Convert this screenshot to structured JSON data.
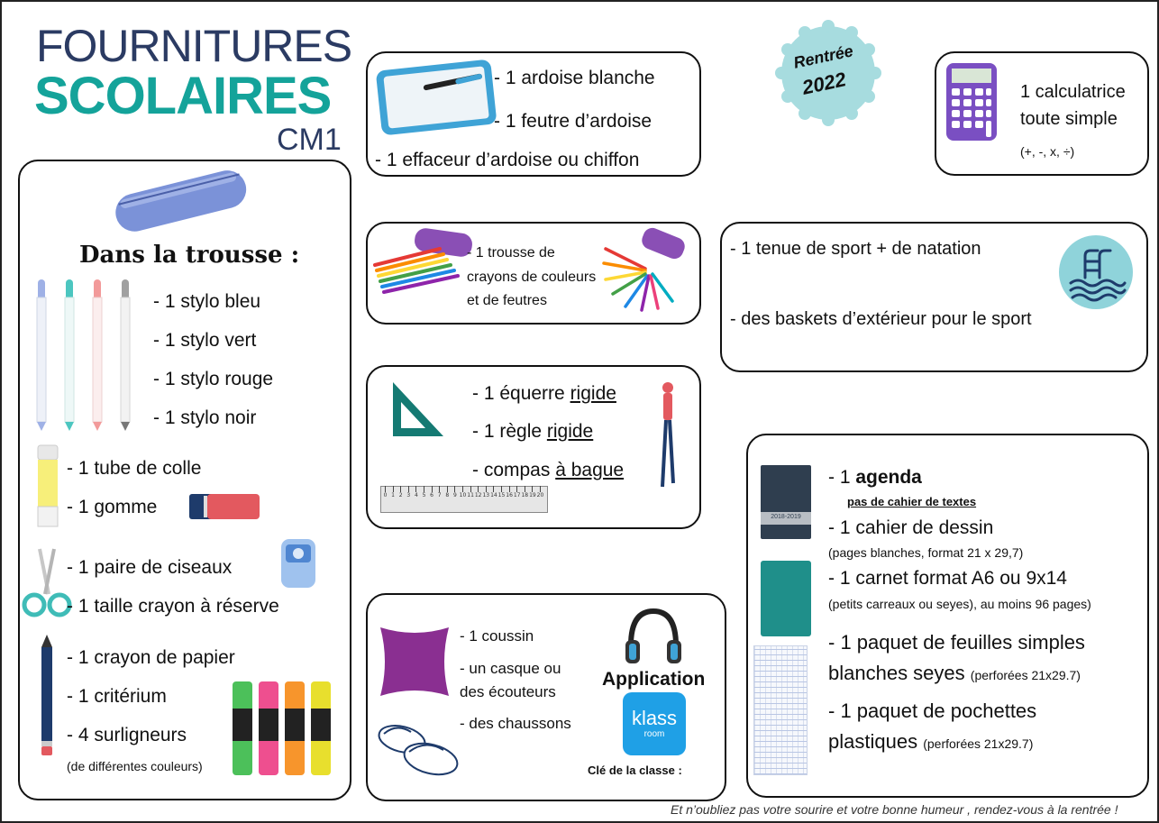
{
  "header": {
    "title_line1": "FOURNITURES",
    "title_line2": "SCOLAIRES",
    "class_level": "CM1"
  },
  "badge": {
    "line1": "Rentrée",
    "line2": "2022"
  },
  "ardoise": {
    "item1": "- 1 ardoise  blanche",
    "item2": "- 1 feutre d’ardoise",
    "item3": "- 1 effaceur d’ardoise ou chiffon"
  },
  "calculatrice": {
    "line1": "1 calculatrice",
    "line2": "toute simple",
    "ops": "(+, -, x, ÷)"
  },
  "trousse": {
    "heading": "Dans la trousse :",
    "items": [
      "- 1 stylo bleu",
      "- 1 stylo vert",
      "- 1 stylo rouge",
      "- 1 stylo noir",
      "- 1 tube de colle",
      "- 1 gomme",
      "- 1 paire de ciseaux",
      "- 1 taille crayon à réserve",
      "- 1 crayon de papier",
      "- 1 critérium",
      "- 4 surligneurs"
    ],
    "note": "(de différentes couleurs)"
  },
  "trousse2": {
    "line1": "- 1 trousse de",
    "line2": "crayons de couleurs",
    "line3": "et de feutres"
  },
  "sport": {
    "item1": "- 1 tenue de sport + de natation",
    "item2": "- des baskets d’extérieur pour le sport"
  },
  "geometrie": {
    "item1_prefix": "- 1 équerre ",
    "item1_u": "rigide",
    "item2_prefix": "- 1 règle ",
    "item2_u": "rigide",
    "item3_prefix": "- compas ",
    "item3_u": "à bague",
    "ruler_ticks": [
      "0",
      "1",
      "2",
      "3",
      "4",
      "5",
      "6",
      "7",
      "8",
      "9",
      "10",
      "11",
      "12",
      "13",
      "14",
      "15",
      "16",
      "17",
      "18",
      "19",
      "20"
    ]
  },
  "confort": {
    "item1": "- 1 coussin",
    "item2": "- un casque ou",
    "item3": "des écouteurs",
    "item4": "- des chaussons",
    "app_label": "Application",
    "app_name": "klass",
    "app_sub": "room",
    "cle": "Clé de la classe :"
  },
  "cahiers": {
    "agenda_prefix": "- 1 ",
    "agenda_bold": "agenda",
    "agenda_note": "pas de cahier de textes",
    "agenda_cover_text": "2018-2019",
    "dessin": "- 1 cahier de dessin",
    "dessin_note": "(pages blanches, format 21 x 29,7)",
    "carnet": "- 1 carnet format A6 ou 9x14",
    "carnet_note": "(petits carreaux ou seyes), au moins 96 pages)",
    "feuilles_1": "- 1 paquet de feuilles simples",
    "feuilles_2": "blanches seyes",
    "feuilles_note": "(perforées 21x29.7)",
    "pochettes_1": "- 1 paquet de pochettes",
    "pochettes_2": "plastiques",
    "pochettes_note": "(perforées 21x29.7)"
  },
  "footer": "Et n’oubliez pas votre sourire et votre bonne humeur , rendez-vous à la rentrée !",
  "colors": {
    "navy": "#2b3b63",
    "teal": "#14a39a",
    "badge": "#a7dcdf",
    "sport_icon": "#8fd3da"
  }
}
